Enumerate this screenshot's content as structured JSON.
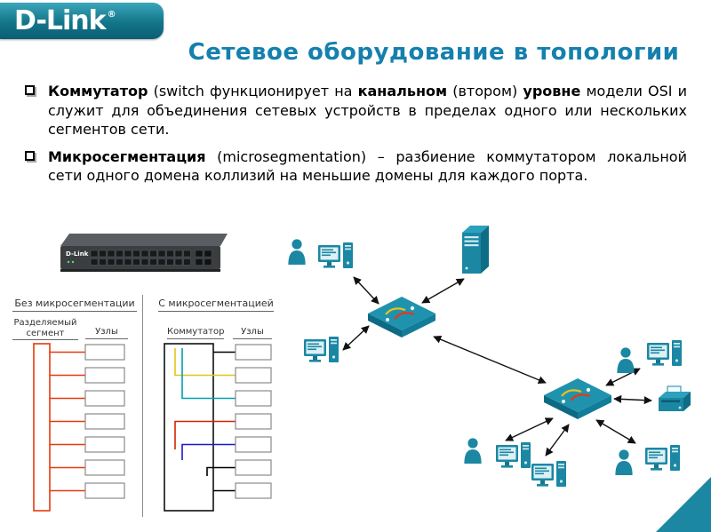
{
  "logo": {
    "text": "D-Link",
    "registered": "®"
  },
  "title": "Сетевое оборудование в топологии",
  "bullets": [
    {
      "segments": [
        {
          "text": "Коммутатор",
          "bold": true
        },
        {
          "text": " (switch функционирует на ",
          "bold": false
        },
        {
          "text": "канальном",
          "bold": true
        },
        {
          "text": " (втором) ",
          "bold": false
        },
        {
          "text": "уровне",
          "bold": true
        },
        {
          "text": " модели OSI и служит для объединения сетевых устройств в пределах одного или нескольких сегментов сети.",
          "bold": false
        }
      ]
    },
    {
      "segments": [
        {
          "text": "Микросегментация",
          "bold": true
        },
        {
          "text": " (microsegmentation) – разбиение коммутатором локальной сети одного домена коллизий на меньшие домены для каждого порта.",
          "bold": false
        }
      ]
    }
  ],
  "switch_photo": {
    "label": "D-Link"
  },
  "comparison": {
    "left_header": "Без микросегментации",
    "right_header": "С микросегментацией",
    "shared_segment_label": "Разделяемый сегмент",
    "left_nodes_label": "Узлы",
    "switch_label": "Коммутатор",
    "right_nodes_label": "Узлы",
    "left_node_count": 7,
    "right_node_count": 7
  },
  "icons": {
    "bullet_marker": "hollow-square",
    "user": "person-silhouette",
    "computer": "desktop-computer",
    "server": "server-tower",
    "network_switch": "isometric-switch-box",
    "printer": "printer-3d",
    "corner_accent": "teal-corner-triangle"
  },
  "colors": {
    "accent_teal": "#1b87a3",
    "title": "#1580ad",
    "banner_top": "#3aa6ba",
    "banner_bottom": "#0a5e73",
    "segment_red": "#e8380d",
    "wire_yellow": "#e3c51c",
    "wire_teal": "#00a0b0",
    "wire_red": "#d42300",
    "wire_blue": "#1818cc",
    "wire_black": "#000000"
  }
}
